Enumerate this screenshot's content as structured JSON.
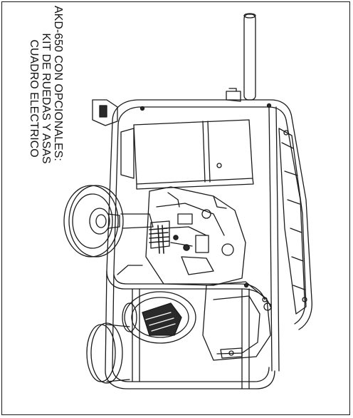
{
  "caption": {
    "line1": "AKD-650 CON OPCIONALES:",
    "line2": "KIT DE RUEDAS Y ASAS",
    "line3": "CUADRO ELECTRICO"
  },
  "colors": {
    "ink": "#1a1a1a",
    "paper": "#ffffff",
    "shade": "#2a2a2a"
  }
}
